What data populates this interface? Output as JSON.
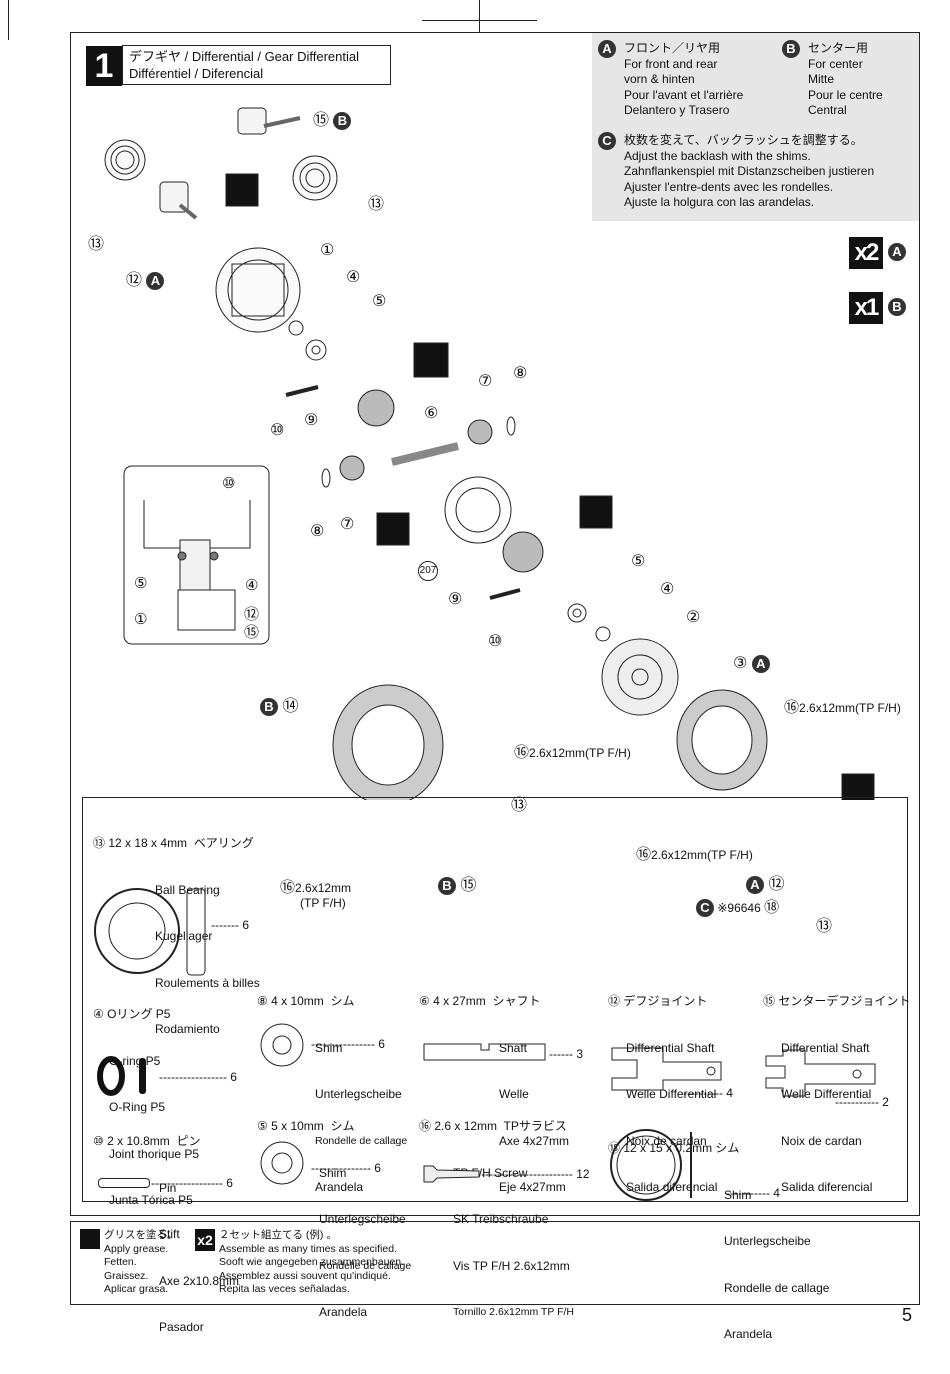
{
  "step": {
    "number": "1",
    "title_line1": "デフギヤ / Differential / Gear Differential",
    "title_line2": "Différentiel / Diferencial"
  },
  "notes": {
    "a_badge": "A",
    "a_lines": [
      "フロント／リヤ用",
      "For front and rear",
      "vorn & hinten",
      "Pour l'avant et l'arrière",
      "Delantero y Trasero"
    ],
    "b_badge": "B",
    "b_lines": [
      "センター用",
      "For center",
      "Mitte",
      "Pour le centre",
      "Central"
    ],
    "c_badge": "C",
    "c_lines": [
      "枚数を変えて、バックラッシュを調整する。",
      "Adjust the backlash with the shims.",
      "Zahnflankenspiel mit Distanzscheiben justieren",
      "Ajuster l'entre-dents avec les rondelles.",
      "Ajuste la holgura con las arandelas."
    ]
  },
  "quantities": {
    "a_qty": "x2",
    "a_badge": "A",
    "b_qty": "x1",
    "b_badge": "B"
  },
  "callouts": {
    "n15b": "⑮",
    "n13a": "⑬",
    "n13b": "⑬",
    "n12a": "⑫",
    "n1": "①",
    "n4": "④",
    "n5": "⑤",
    "n7a": "⑦",
    "n8a": "⑧",
    "n10a": "⑩",
    "n9a": "⑨",
    "n6": "⑥",
    "n8b": "⑧",
    "n7b": "⑦",
    "n207": "207",
    "n9b": "⑨",
    "n10b": "⑩",
    "n5b": "⑤",
    "n4b": "④",
    "n2": "②",
    "n3a": "③",
    "n14": "⑭",
    "n16a_label": "2.6x12mm(TP F/H)",
    "n16b_label": "2.6x12mm(TP F/H)",
    "n16c_label": "2.6x12mm(TP F/H)",
    "n16d_label1": "2.6x12mm",
    "n16d_label2": "(TP F/H)",
    "n13c": "⑬",
    "n15c": "⑮",
    "n12b": "⑫",
    "n148": "⑱",
    "n13d": "⑬",
    "c_ref": "※96646",
    "inset_10": "⑩",
    "inset_5": "⑤",
    "inset_4": "④",
    "inset_1": "①",
    "inset_12": "⑫",
    "inset_15": "⑮",
    "sym_16": "⑯"
  },
  "parts": {
    "p13": {
      "num": "⑬",
      "lines": [
        "12 x 18 x 4mm  ベアリング",
        "Ball Bearing",
        "Kugellager",
        "Roulements à billes",
        "Rodamiento"
      ],
      "qty": "6"
    },
    "p4": {
      "num": "④",
      "lines": [
        "Oリング P5",
        "O-ring P5",
        "O-Ring P5",
        "Joint thorique P5",
        "Junta Tórica P5"
      ],
      "qty": "6"
    },
    "p10": {
      "num": "⑩",
      "lines": [
        "2 x 10.8mm  ピン",
        "Pin",
        "Stift",
        "Axe 2x10.8mm",
        "Pasador"
      ],
      "qty": "6"
    },
    "p8": {
      "num": "⑧",
      "lines": [
        "4 x 10mm  シム",
        "Shim",
        "Unterlegscheibe",
        "Rondelle de callage",
        "Arandela"
      ],
      "qty": "6"
    },
    "p5": {
      "num": "⑤",
      "lines": [
        "5 x 10mm  シム",
        "Shim",
        "Unterlegscheibe",
        "Rondelle de callage",
        "Arandela"
      ],
      "qty": "6"
    },
    "p6": {
      "num": "⑥",
      "lines": [
        "4 x 27mm  シャフト",
        "Shaft",
        "Welle",
        "Axe 4x27mm",
        "Eje 4x27mm"
      ],
      "qty": "3"
    },
    "p16": {
      "num": "⑯",
      "lines": [
        "2.6 x 12mm  TPサラビス",
        "TP F/H Screw",
        "SK Treibschraube",
        "Vis TP F/H 2.6x12mm",
        "Tornillo 2.6x12mm TP F/H"
      ],
      "qty": "12"
    },
    "p12": {
      "num": "⑫",
      "lines": [
        "デフジョイント",
        "Differential Shaft",
        "Welle Differential",
        "Noix de cardan",
        "Salida diferencial"
      ],
      "qty": "4"
    },
    "p148": {
      "num": "⑱",
      "lines": [
        "12 x 15 x 0.2mm シム",
        "Shim",
        "Unterlegscheibe",
        "Rondelle de callage",
        "Arandela"
      ],
      "qty": "4"
    },
    "p15": {
      "num": "⑮",
      "lines": [
        "センターデフジョイント",
        "Differential Shaft",
        "Welle Differential",
        "Noix de cardan",
        "Salida diferencial"
      ],
      "qty": "2"
    }
  },
  "legend": {
    "grease": [
      "グリスを塗る。",
      "Apply grease.",
      "Fetten.",
      "Graissez.",
      "Aplicar grasa."
    ],
    "repeat_icon": "x2",
    "repeat": [
      "２セット組立てる (例) 。",
      "Assemble as many times as specified.",
      "Sooft wie angegeben zusammenbauen.",
      "Assemblez aussi souvent qu'indiqué.",
      "Repita las veces señaladas."
    ]
  },
  "page_number": "5"
}
